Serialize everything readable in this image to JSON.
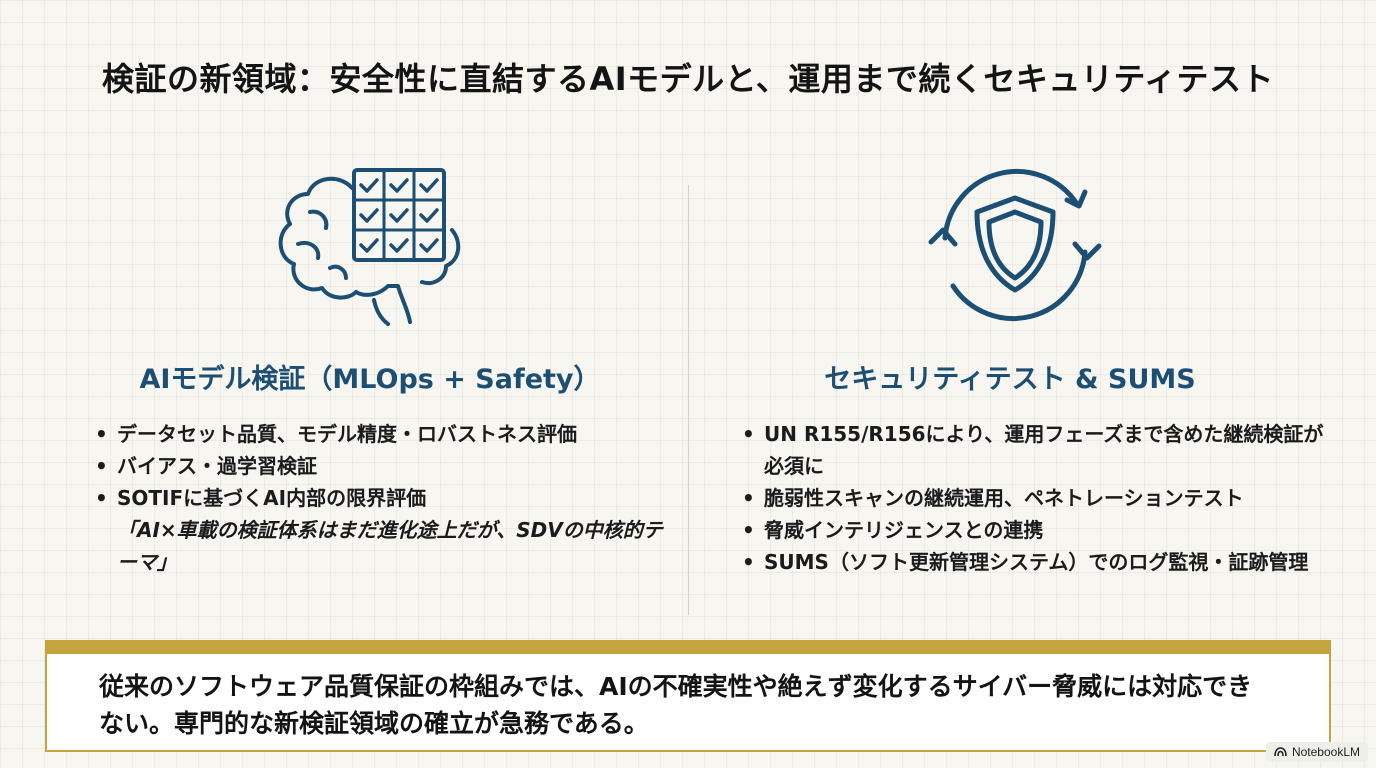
{
  "title": "検証の新領域：安全性に直結するAIモデルと、運用まで続くセキュリティテスト",
  "left": {
    "icon": "brain-checklist-icon",
    "heading": "AIモデル検証（MLOps + Safety）",
    "bullets": [
      "データセット品質、モデル精度・ロバストネス評価",
      "バイアス・過学習検証",
      "SOTIFに基づくAI内部の限界評価"
    ],
    "quote": "「AI×車載の検証体系はまだ進化途上だが、SDVの中核的テーマ」"
  },
  "right": {
    "icon": "shield-cycle-icon",
    "heading": "セキュリティテスト & SUMS",
    "bullets": [
      "UN R155/R156により、運用フェーズまで含めた継続検証が必須に",
      "脆弱性スキャンの継続運用、ペネトレーションテスト",
      "脅威インテリジェンスとの連携",
      "SUMS（ソフト更新管理システム）でのログ監視・証跡管理"
    ]
  },
  "callout": "従来のソフトウェア品質保証の枠組みでは、AIの不確実性や絶えず変化するサイバー脅威には対応できない。専門的な新検証領域の確立が急務である。",
  "badge": "NotebookLM",
  "colors": {
    "accent": "#1d4e73",
    "gold": "#c4a43f"
  }
}
